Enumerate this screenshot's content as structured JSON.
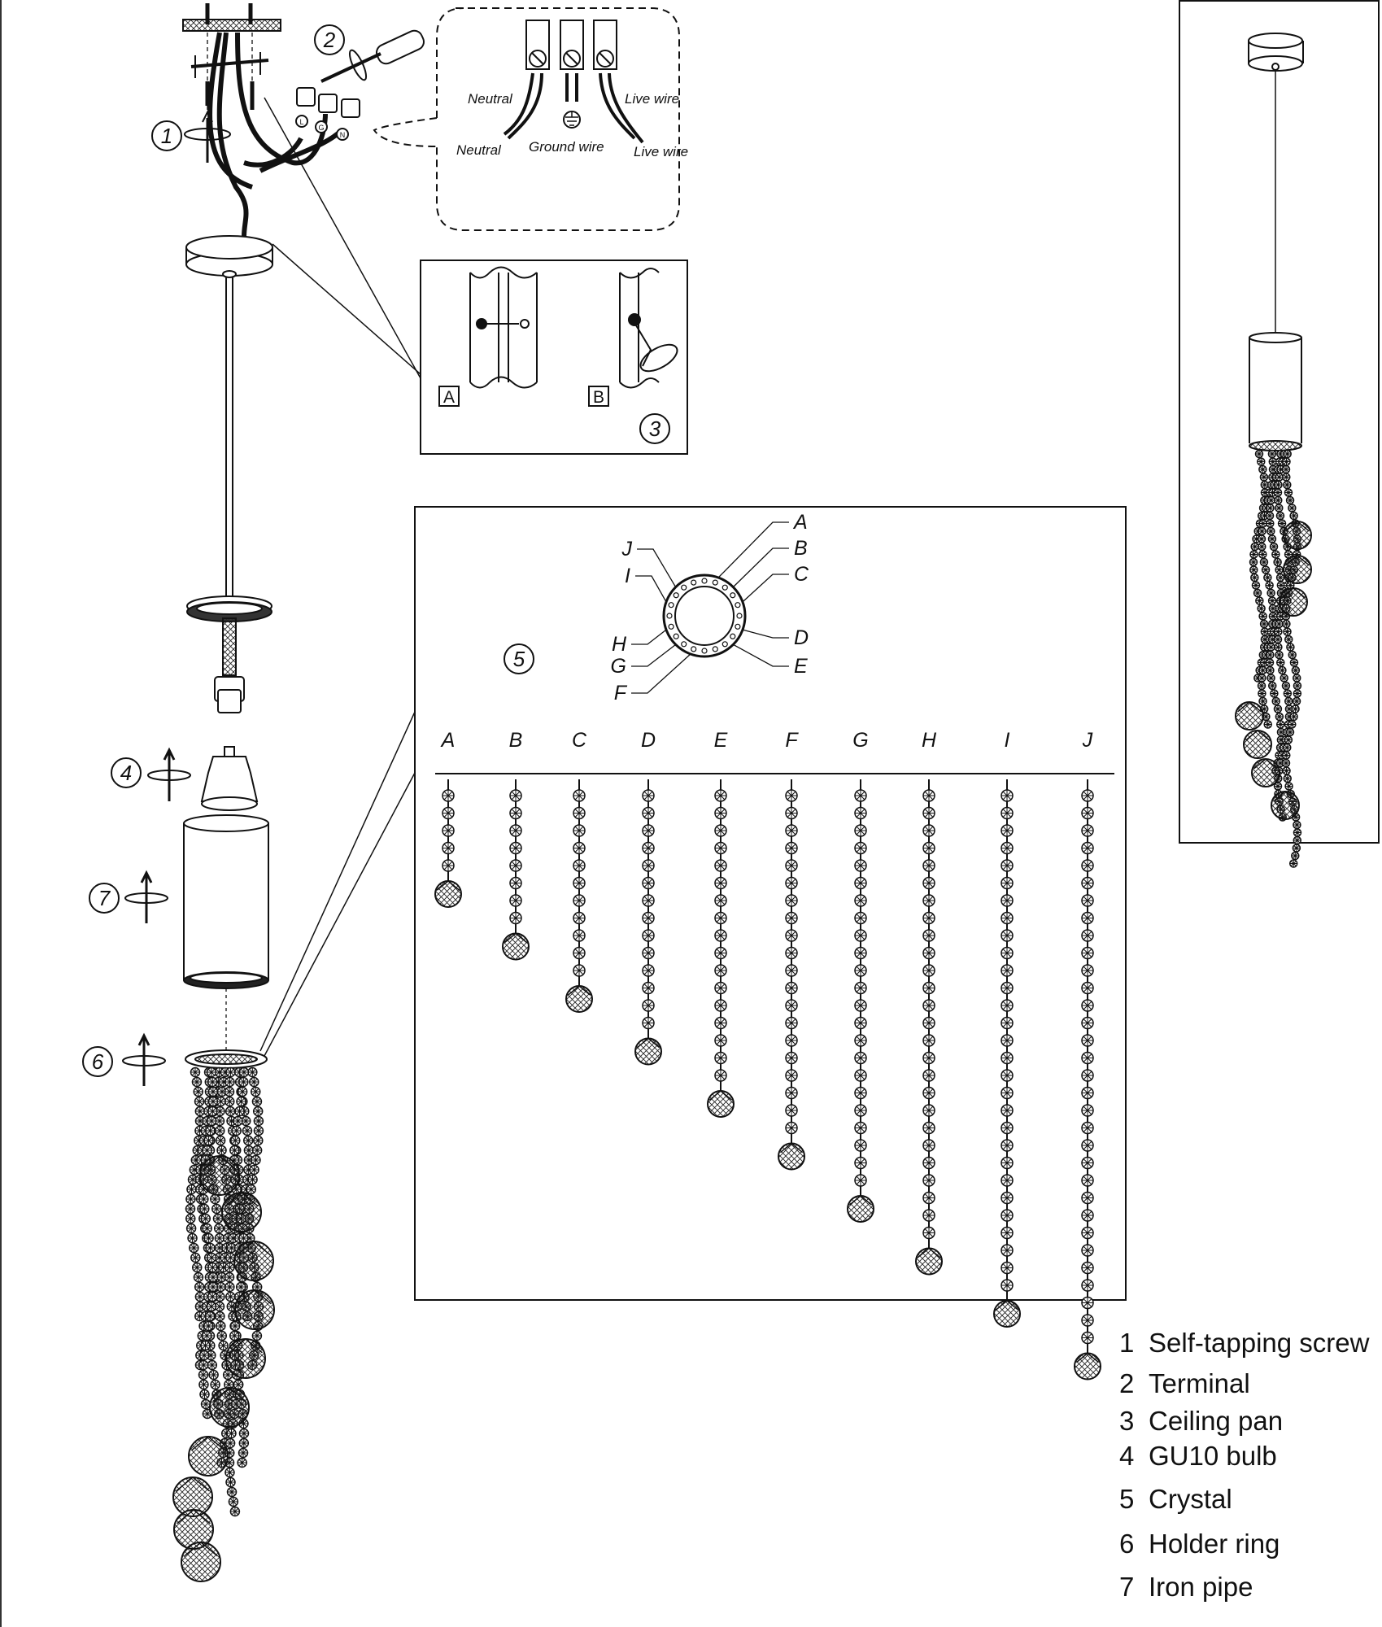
{
  "wiring": {
    "labels": [
      {
        "id": "neutral-top",
        "text": "Neutral"
      },
      {
        "id": "live-top",
        "text": "Live wire"
      },
      {
        "id": "neutral-bottom",
        "text": "Neutral"
      },
      {
        "id": "ground",
        "text": "Ground wire"
      },
      {
        "id": "live-bottom",
        "text": "Live wire"
      }
    ],
    "terminal_marks": [
      "L",
      "G",
      "N"
    ]
  },
  "ceiling_pan_detail": {
    "panels": [
      "A",
      "B"
    ]
  },
  "callouts": [
    "1",
    "2",
    "3",
    "4",
    "5",
    "6",
    "7"
  ],
  "crystal_detail": {
    "ring_labels": [
      "A",
      "B",
      "C",
      "D",
      "E",
      "F",
      "G",
      "H",
      "I",
      "J"
    ],
    "strands": [
      {
        "label": "A",
        "beads": 5
      },
      {
        "label": "B",
        "beads": 8
      },
      {
        "label": "C",
        "beads": 11
      },
      {
        "label": "D",
        "beads": 14
      },
      {
        "label": "E",
        "beads": 17
      },
      {
        "label": "F",
        "beads": 20
      },
      {
        "label": "G",
        "beads": 23
      },
      {
        "label": "H",
        "beads": 26
      },
      {
        "label": "I",
        "beads": 29
      },
      {
        "label": "J",
        "beads": 32
      }
    ]
  },
  "legend": [
    {
      "num": "1",
      "name": "Self-tapping screw"
    },
    {
      "num": "2",
      "name": "Terminal"
    },
    {
      "num": "3",
      "name": "Ceiling pan"
    },
    {
      "num": "4",
      "name": "GU10 bulb"
    },
    {
      "num": "5",
      "name": "Crystal"
    },
    {
      "num": "6",
      "name": "Holder ring"
    },
    {
      "num": "7",
      "name": "Iron pipe"
    }
  ]
}
